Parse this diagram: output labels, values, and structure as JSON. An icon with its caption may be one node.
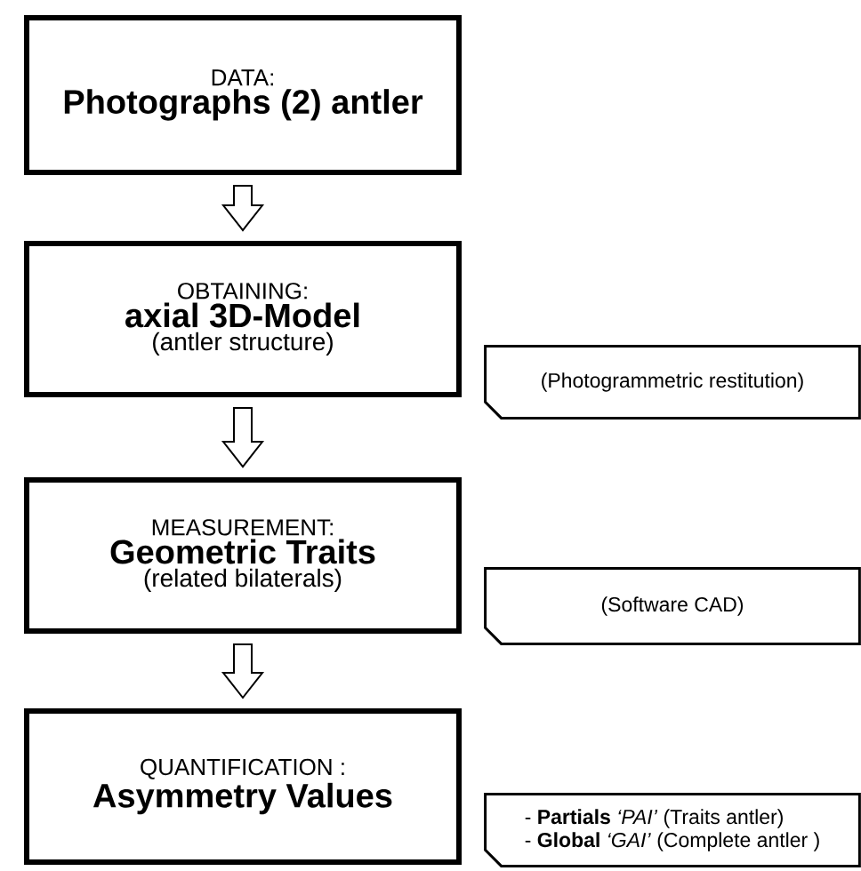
{
  "diagram": {
    "nodes": [
      {
        "text": [
          "DATA:",
          "Photographs (2) antler"
        ]
      },
      {
        "text": [
          "OBTAINING:",
          "axial 3D-Model",
          "(antler structure)"
        ]
      },
      {
        "text": [
          "MEASUREMENT:",
          "Geometric Traits",
          "(related bilaterals)"
        ]
      },
      {
        "text": [
          "QUANTIFICATION :",
          "Asymmetry Values"
        ]
      },
      {
        "text": [
          "(Photogrammetric restitution)"
        ]
      },
      {
        "text": [
          "(Software CAD)"
        ]
      },
      {
        "text": [
          "- **Partials** *‘PAI’* (Traits antler)",
          "- **Global** *‘GAI’* (Complete antler )"
        ]
      }
    ],
    "edges": [
      {
        "from": 0,
        "to": 1,
        "arrow": "to"
      },
      {
        "from": 1,
        "to": 2,
        "arrow": "to"
      },
      {
        "from": 2,
        "to": 3,
        "arrow": "to"
      }
    ]
  }
}
